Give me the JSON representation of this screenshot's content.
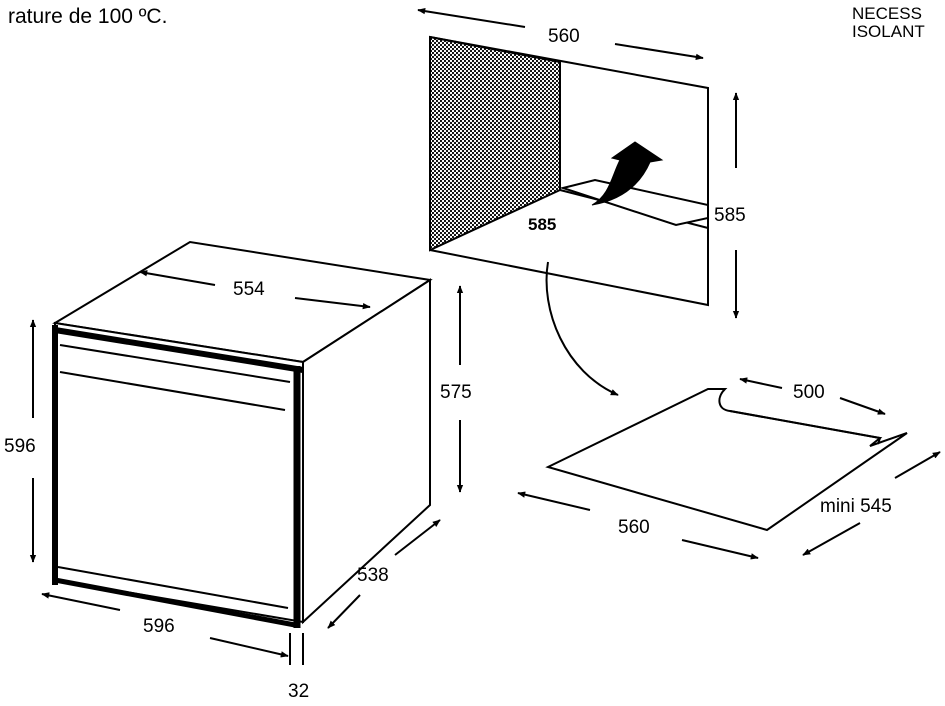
{
  "top_text": {
    "left": "rature de 100 ºC.",
    "right_line1": "NECESS",
    "right_line2": "ISOLANT"
  },
  "cabinet": {
    "width": "560",
    "height": "585",
    "depth_bold": "585"
  },
  "oven": {
    "top_width": "554",
    "height_right": "575",
    "height_left": "596",
    "front_width": "596",
    "depth": "538",
    "door_thickness": "32"
  },
  "floor": {
    "cutout_width": "500",
    "width": "560",
    "depth": "mini 545"
  }
}
